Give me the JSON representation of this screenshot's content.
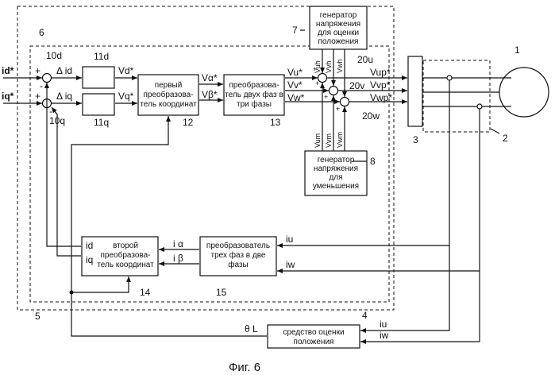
{
  "figure": {
    "caption": "Фиг. 6",
    "inputs": {
      "id_ref": "id*",
      "iq_ref": "iq*"
    },
    "signs": {
      "plus": "+",
      "minus": "-"
    },
    "errors": {
      "delta_id": "Δ id",
      "delta_iq": "Δ iq"
    },
    "refs": {
      "r1": "1",
      "r2": "2",
      "r3": "3",
      "r4": "4",
      "r5": "5",
      "r6": "6",
      "r7": "7",
      "r8": "8",
      "r10d": "10d",
      "r10q": "10q",
      "r11d": "11d",
      "r11q": "11q",
      "r12": "12",
      "r13": "13",
      "r14": "14",
      "r15": "15",
      "r20u": "20u",
      "r20v": "20v",
      "r20w": "20w"
    },
    "blocks": {
      "conv1": [
        "первый",
        "преобразова-",
        "тель координат"
      ],
      "conv2ph3": [
        "преобразова-",
        "тель двух фаз в",
        "три фазы"
      ],
      "gen7": [
        "генератор",
        "напряжения",
        "для оценки",
        "положения"
      ],
      "gen8": [
        "генератор",
        "напряжения",
        "для",
        "уменьшения"
      ],
      "conv2": [
        "второй",
        "преобразова-",
        "тель координат"
      ],
      "conv3ph2": [
        "преобразователь",
        "трех фаз в две",
        "фазы"
      ],
      "est": [
        "средство оценки",
        "положения"
      ]
    },
    "signals": {
      "vd": "Vd*",
      "vq": "Vq*",
      "valpha": "Vα*",
      "vbeta": "Vβ*",
      "vu": "Vu*",
      "vv": "Vv*",
      "vw": "Vw*",
      "vup": "Vup*",
      "vvp": "Vvp*",
      "vwp": "Vwp*",
      "vuh": "Vuh",
      "vvh": "Vvh",
      "vwh": "Vwh",
      "vum": "Vum",
      "vvm": "Vvm",
      "vwm": "Vwm",
      "id": "id",
      "iq": "iq",
      "ialpha": "i α",
      "ibeta": "i β",
      "iu": "iu",
      "iw": "iw",
      "theta": "θ L"
    }
  }
}
